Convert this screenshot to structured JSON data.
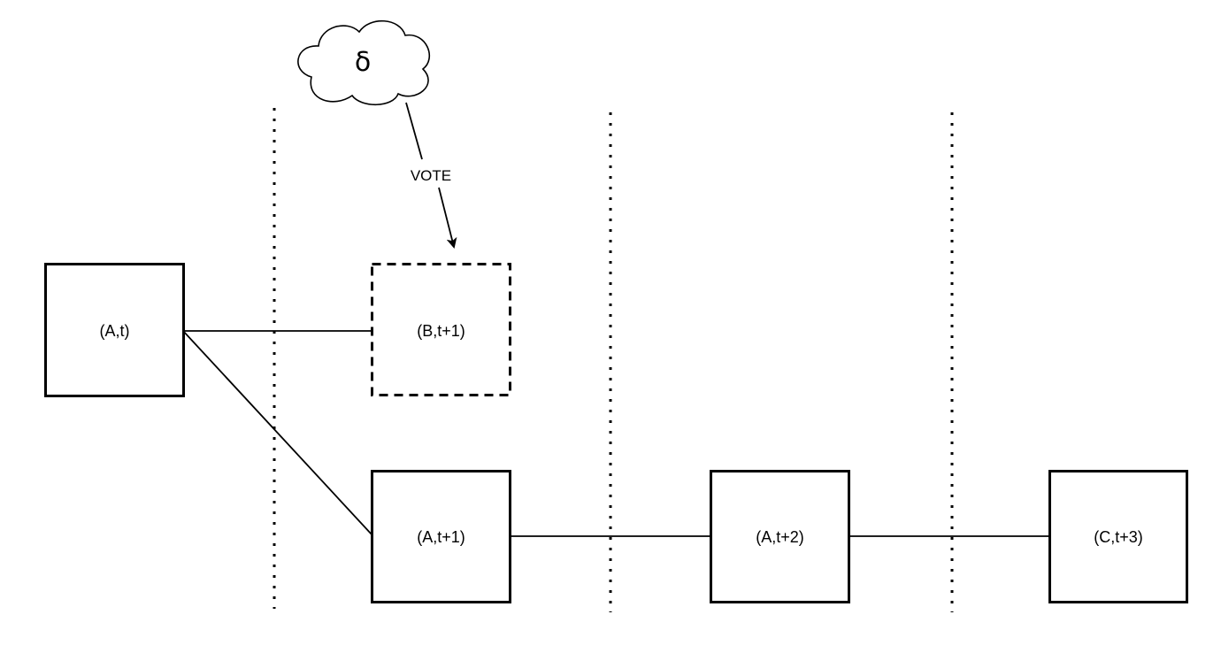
{
  "diagram": {
    "cloud": {
      "label": "δ"
    },
    "vote_edge": {
      "label": "VOTE"
    },
    "nodes": {
      "a_t": {
        "label": "(A,t)"
      },
      "b_t1": {
        "label": "(B,t+1)"
      },
      "a_t1": {
        "label": "(A,t+1)"
      },
      "a_t2": {
        "label": "(A,t+2)"
      },
      "c_t3": {
        "label": "(C,t+3)"
      }
    }
  }
}
